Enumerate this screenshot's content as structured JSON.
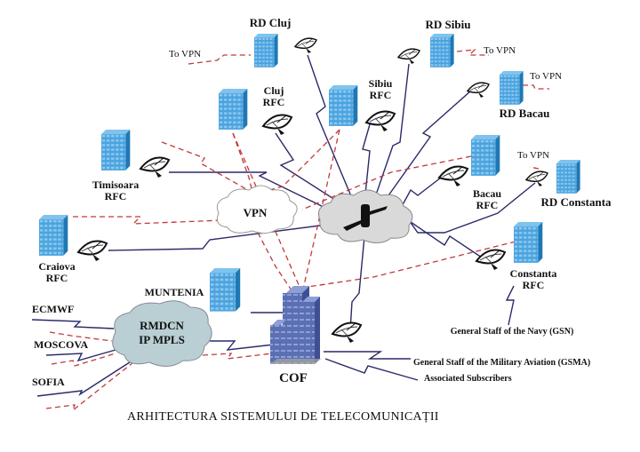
{
  "title": "ARHITECTURA SISTEMULUI DE TELECOMUNICAȚII",
  "colors": {
    "building": "#4aa3df",
    "building_side": "#1f78b4",
    "hq_building": "#5b6fb3",
    "solid_link": "#2a2a6a",
    "dashed_link": "#c0393b",
    "cloud_grey": "#d9d9d9",
    "cloud_rmdcn": "#b9cfd3"
  },
  "nodes": {
    "rd_cluj": "RD Cluj",
    "rd_sibiu": "RD Sibiu",
    "rd_bacau": "RD  Bacau",
    "rd_constanta": "RD Constanta",
    "cluj_rfc": [
      "Cluj",
      "RFC"
    ],
    "sibiu_rfc": [
      "Sibiu",
      "RFC"
    ],
    "timisoara_rfc": [
      "Timisoara",
      "RFC"
    ],
    "bacau_rfc": [
      "Bacau",
      "RFC"
    ],
    "craiova_rfc": [
      "Craiova",
      "RFC"
    ],
    "constanta_rfc": [
      "Constanta",
      "RFC"
    ],
    "muntenia": "MUNTENIA",
    "cof": "COF"
  },
  "clouds": {
    "vpn": "VPN",
    "rmdcn": [
      "RMDCN",
      "IP  MPLS"
    ],
    "satellite": "satellite-hub"
  },
  "vpn_labels": [
    "To VPN",
    "To VPN",
    "To VPN",
    "To VPN"
  ],
  "external": {
    "ecmwf": "ECMWF",
    "moscova": "MOSCOVA",
    "sofia": "SOFIA",
    "gsn": "General Staff of the Navy (GSN)",
    "gsma": "General Staff of the Military Aviation (GSMA)",
    "associated": "Associated Subscribers"
  }
}
